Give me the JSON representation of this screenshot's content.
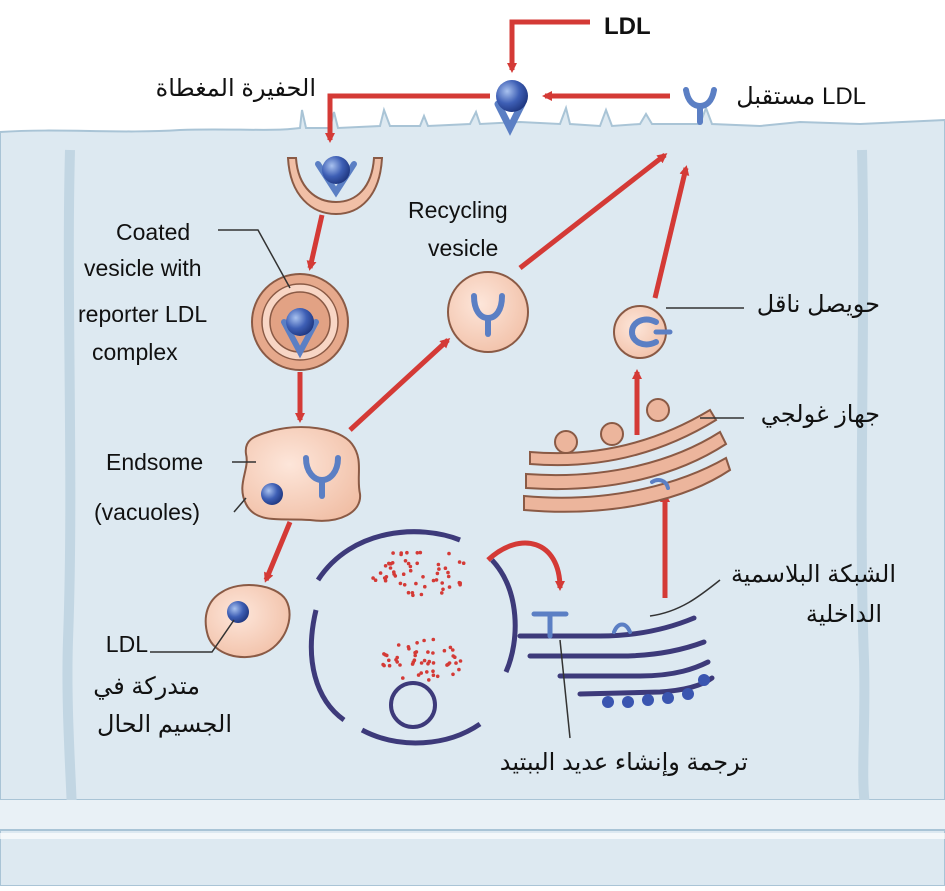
{
  "labels": {
    "ldl_top": "LDL",
    "ldl_receptor": "مستقبل LDL",
    "coated_pit": "الحفيرة المغطاة",
    "coated_vesicle_1": "Coated",
    "coated_vesicle_2": "vesicle  with",
    "coated_vesicle_3": "reporter LDL",
    "coated_vesicle_4": "complex",
    "recycling_1": "Recycling",
    "recycling_2": "vesicle",
    "endosome_1": "Endsome",
    "endosome_2": "(vacuoles)",
    "ldl_lysosome_1": "LDL",
    "ldl_lysosome_2": "متدركة في",
    "ldl_lysosome_3": "الجسيم الحال",
    "transport_vesicle": "حويصل ناقل",
    "golgi": "جهاز غولجي",
    "er_1": "الشبكة البلاسمية",
    "er_2": "الداخلية",
    "translation": "ترجمة وإنشاء عديد الببتيد"
  },
  "colors": {
    "cytoplasm": "#dde9f1",
    "membrane_edge": "#a9c4d6",
    "arrow": "#d43a36",
    "vesicle_fill": "#f6cdb8",
    "vesicle_stroke": "#8a5a45",
    "receptor": "#5b7fc4",
    "ldl_particle": "#3553a8",
    "nucleus_stroke": "#3d3a7a",
    "ribosome": "#3a55b0",
    "golgi_fill": "#ecb59c"
  }
}
